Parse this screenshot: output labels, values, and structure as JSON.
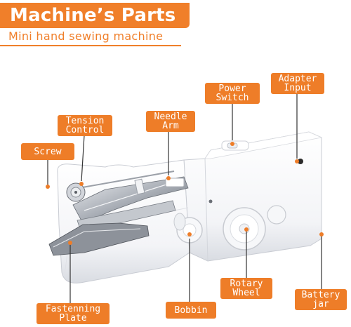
{
  "header": {
    "title": "Machine’s Parts",
    "subtitle": "Mini hand sewing machine"
  },
  "labels": {
    "power_switch": "Power\nSwitch",
    "adapter_input": "Adapter\nInput",
    "tension_control": "Tension\nControl",
    "needle_arm": "Needle\nArm",
    "screw": "Screw",
    "rotary_wheel": "Rotary\nWheel",
    "battery_jar": "Battery\njar",
    "fastenning_plate": "Fastenning\nPlate",
    "bobbin": "Bobbin"
  },
  "colors": {
    "accent": "#ee7d28",
    "machine_body": "#f7f7f9",
    "machine_shade": "#dfe1e6"
  }
}
